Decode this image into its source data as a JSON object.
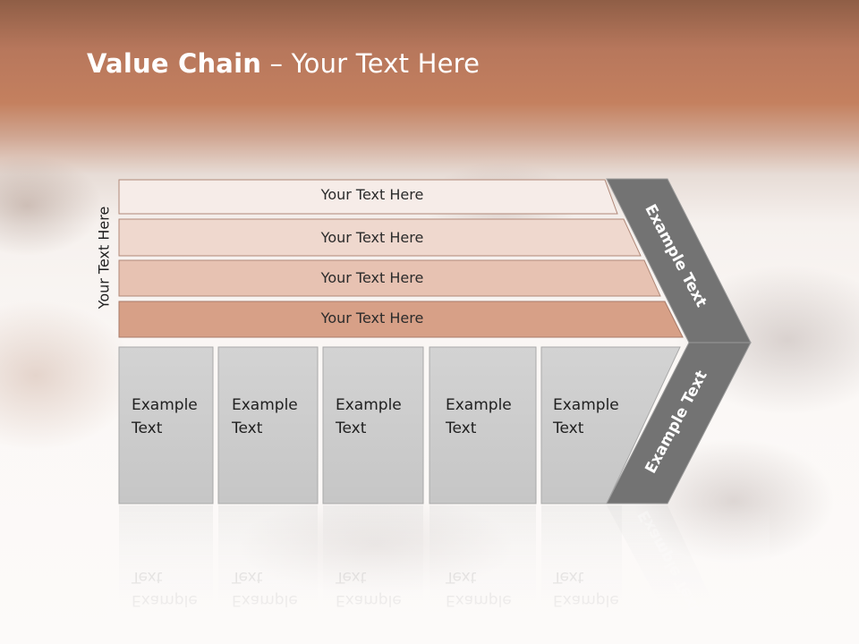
{
  "slide": {
    "title_bold": "Value Chain",
    "title_rest": " – Your Text Here",
    "side_label": "Your Text Here"
  },
  "bands": [
    {
      "label": "Your Text Here",
      "color": "#f6ece8"
    },
    {
      "label": "Your Text Here",
      "color": "#efd8ce"
    },
    {
      "label": "Your Text Here",
      "color": "#e7c2b2"
    },
    {
      "label": "Your Text Here",
      "color": "#d7a087"
    }
  ],
  "columns": [
    {
      "line1": "Example",
      "line2": "Text"
    },
    {
      "line1": "Example",
      "line2": "Text"
    },
    {
      "line1": "Example",
      "line2": "Text"
    },
    {
      "line1": "Example",
      "line2": "Text"
    },
    {
      "line1": "Example",
      "line2": "Text"
    }
  ],
  "chevron": {
    "upper_label": "Example Text",
    "lower_label": "Example Text",
    "color": "#737373"
  },
  "colors": {
    "column_fill": "#cfcfcf",
    "column_stroke": "#a9a9a9",
    "band_stroke": "#b08878"
  }
}
